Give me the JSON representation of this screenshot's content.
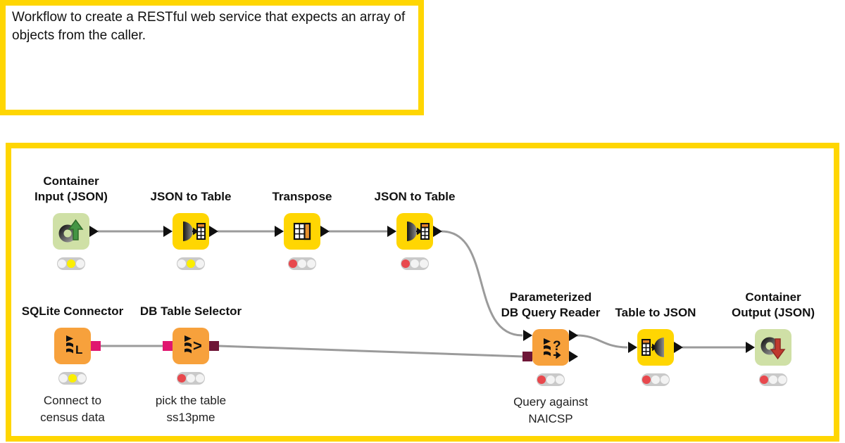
{
  "annotation": {
    "text": "Workflow to create a RESTful web service that expects an array of objects from the caller."
  },
  "nodes": [
    {
      "title": [
        "Container",
        "Input (JSON)"
      ],
      "state": "yellow",
      "comment": []
    },
    {
      "title": [
        "JSON to Table"
      ],
      "state": "yellow",
      "comment": []
    },
    {
      "title": [
        "Transpose"
      ],
      "state": "red",
      "comment": []
    },
    {
      "title": [
        "JSON to Table"
      ],
      "state": "red",
      "comment": []
    },
    {
      "title": [
        "SQLite Connector"
      ],
      "state": "yellow",
      "comment": [
        "Connect to",
        "census data"
      ]
    },
    {
      "title": [
        "DB Table Selector"
      ],
      "state": "red",
      "comment": [
        "pick the table",
        "ss13pme"
      ]
    },
    {
      "title": [
        "Parameterized",
        "DB Query Reader"
      ],
      "state": "red",
      "comment": [
        "Query against",
        "NAICSP"
      ]
    },
    {
      "title": [
        "Table to JSON"
      ],
      "state": "red",
      "comment": []
    },
    {
      "title": [
        "Container",
        "Output (JSON)"
      ],
      "state": "red",
      "comment": []
    }
  ],
  "colors": {
    "annotation_border": "#ffd602",
    "node_yellow": "#ffd602",
    "node_orange": "#f7a13c",
    "node_green": "#cfe0a6",
    "port_triangle": "#101010",
    "port_db_data": "#e0166f",
    "port_db_session": "#6e1637",
    "state_red": "#e8484d",
    "state_yellow": "#fbee00",
    "wire_gray": "#9b9b9b"
  }
}
